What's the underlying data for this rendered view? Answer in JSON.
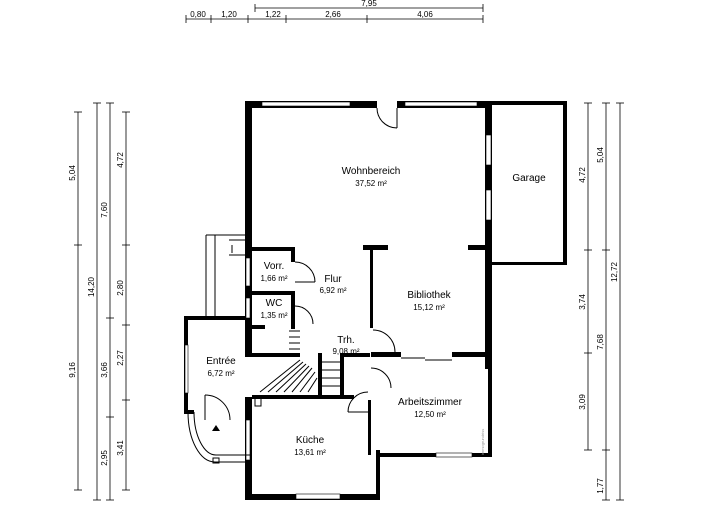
{
  "rooms": [
    {
      "name": "Wohnbereich",
      "area": "37,52 m²"
    },
    {
      "name": "Garage",
      "area": ""
    },
    {
      "name": "Vorr.",
      "area": "1,66 m²"
    },
    {
      "name": "Flur",
      "area": "6,92 m²"
    },
    {
      "name": "Bibliothek",
      "area": "15,12 m²"
    },
    {
      "name": "WC",
      "area": "1,35 m²"
    },
    {
      "name": "Trh.",
      "area": "9,08 m²"
    },
    {
      "name": "Entrée",
      "area": "6,72 m²"
    },
    {
      "name": "Arbeitszimmer",
      "area": "12,50 m²"
    },
    {
      "name": "Küche",
      "area": "13,61 m²"
    }
  ],
  "dimensions": {
    "top_total": "7,95",
    "top_row": [
      "0,80",
      "1,20",
      "1,22",
      "2,66",
      "4,06"
    ],
    "left_outer": [
      "9,16"
    ],
    "left_col2": [
      "5,04",
      "14,20"
    ],
    "left_col3": [
      "7,60",
      "3,66",
      "2,95"
    ],
    "left_col4": [
      "4,72",
      "2,80",
      "2,27",
      "3,41"
    ],
    "right_col1": [
      "4,72",
      "3,74",
      "3,09"
    ],
    "right_col2": [
      "5,04",
      "7,68",
      "1,77"
    ],
    "right_col3": [
      "12,72"
    ]
  },
  "watermark": "immogrundriss"
}
